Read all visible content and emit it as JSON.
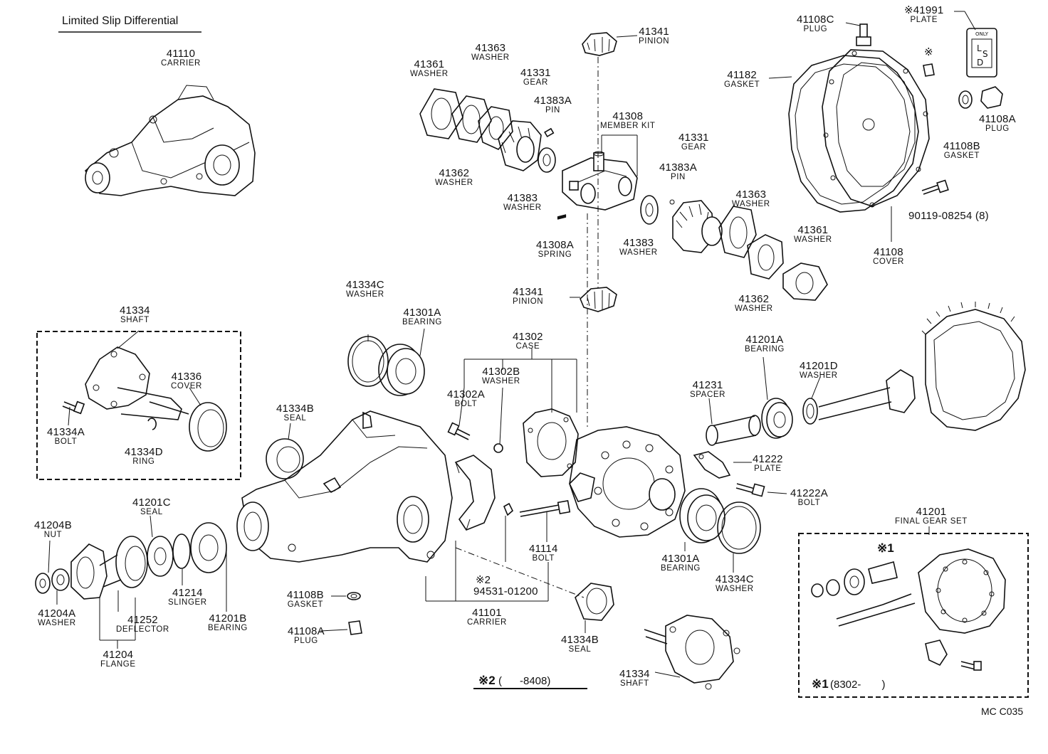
{
  "title": "Limited Slip Differential",
  "diagram_code": "MC C035",
  "notes": {
    "note2_mark": "※2",
    "note2_range": "(      -8408)",
    "note1_mark": "※1",
    "note1_range": "(8302-       )",
    "part_94531_mark": "※2",
    "asterisk_mark": "※"
  },
  "labels": [
    {
      "id": "c41110",
      "num": "41110",
      "name": "CARRIER"
    },
    {
      "id": "w41361a",
      "num": "41361",
      "name": "WASHER"
    },
    {
      "id": "w41363a",
      "num": "41363",
      "name": "WASHER"
    },
    {
      "id": "g41331a",
      "num": "41331",
      "name": "GEAR"
    },
    {
      "id": "p41383aa",
      "num": "41383A",
      "name": "PIN"
    },
    {
      "id": "w41362a",
      "num": "41362",
      "name": "WASHER"
    },
    {
      "id": "w41383a",
      "num": "41383",
      "name": "WASHER"
    },
    {
      "id": "p41341a",
      "num": "41341",
      "name": "PINION"
    },
    {
      "id": "mk41308",
      "num": "41308",
      "name": "MEMBER KIT"
    },
    {
      "id": "s41308a",
      "num": "41308A",
      "name": "SPRING"
    },
    {
      "id": "w41383b",
      "num": "41383",
      "name": "WASHER"
    },
    {
      "id": "g41331b",
      "num": "41331",
      "name": "GEAR"
    },
    {
      "id": "p41383ab",
      "num": "41383A",
      "name": "PIN"
    },
    {
      "id": "w41363b",
      "num": "41363",
      "name": "WASHER"
    },
    {
      "id": "w41361b",
      "num": "41361",
      "name": "WASHER"
    },
    {
      "id": "w41362b",
      "num": "41362",
      "name": "WASHER"
    },
    {
      "id": "p41108c",
      "num": "41108C",
      "name": "PLUG"
    },
    {
      "id": "pl41991",
      "num": "※41991",
      "name": "PLATE"
    },
    {
      "id": "gk41182",
      "num": "41182",
      "name": "GASKET"
    },
    {
      "id": "p41108a_top",
      "num": "41108A",
      "name": "PLUG"
    },
    {
      "id": "gk41108b_top",
      "num": "41108B",
      "name": "GASKET"
    },
    {
      "id": "b90119",
      "num": "90119-08254 (8)",
      "name": ""
    },
    {
      "id": "cv41108",
      "num": "41108",
      "name": "COVER"
    },
    {
      "id": "p41341b",
      "num": "41341",
      "name": "PINION"
    },
    {
      "id": "w41334c_top",
      "num": "41334C",
      "name": "WASHER"
    },
    {
      "id": "b41301a_top",
      "num": "41301A",
      "name": "BEARING"
    },
    {
      "id": "cs41302",
      "num": "41302",
      "name": "CASE"
    },
    {
      "id": "w41302b",
      "num": "41302B",
      "name": "WASHER"
    },
    {
      "id": "b41302a",
      "num": "41302A",
      "name": "BOLT"
    },
    {
      "id": "sh41334_top",
      "num": "41334",
      "name": "SHAFT"
    },
    {
      "id": "cv41336",
      "num": "41336",
      "name": "COVER"
    },
    {
      "id": "b41334a",
      "num": "41334A",
      "name": "BOLT"
    },
    {
      "id": "r41334d",
      "num": "41334D",
      "name": "RING"
    },
    {
      "id": "s41334b_top",
      "num": "41334B",
      "name": "SEAL"
    },
    {
      "id": "b41201a",
      "num": "41201A",
      "name": "BEARING"
    },
    {
      "id": "w41201d",
      "num": "41201D",
      "name": "WASHER"
    },
    {
      "id": "sp41231",
      "num": "41231",
      "name": "SPACER"
    },
    {
      "id": "pl41222",
      "num": "41222",
      "name": "PLATE"
    },
    {
      "id": "b41222a",
      "num": "41222A",
      "name": "BOLT"
    },
    {
      "id": "n41204b",
      "num": "41204B",
      "name": "NUT"
    },
    {
      "id": "s41201c",
      "num": "41201C",
      "name": "SEAL"
    },
    {
      "id": "b41114",
      "num": "41114",
      "name": "BOLT"
    },
    {
      "id": "fg41201",
      "num": "41201",
      "name": "FINAL GEAR SET"
    },
    {
      "id": "b41301a_bot",
      "num": "41301A",
      "name": "BEARING"
    },
    {
      "id": "w41334c_bot",
      "num": "41334C",
      "name": "WASHER"
    },
    {
      "id": "w41204a",
      "num": "41204A",
      "name": "WASHER"
    },
    {
      "id": "d41252",
      "num": "41252",
      "name": "DEFLECTOR"
    },
    {
      "id": "sl41214",
      "num": "41214",
      "name": "SLINGER"
    },
    {
      "id": "b41201b",
      "num": "41201B",
      "name": "BEARING"
    },
    {
      "id": "f41204",
      "num": "41204",
      "name": "FLANGE"
    },
    {
      "id": "gk41108b_bot",
      "num": "41108B",
      "name": "GASKET"
    },
    {
      "id": "p41108a_bot",
      "num": "41108A",
      "name": "PLUG"
    },
    {
      "id": "c41101",
      "num": "41101",
      "name": "CARRIER"
    },
    {
      "id": "s41334b_bot",
      "num": "41334B",
      "name": "SEAL"
    },
    {
      "id": "sh41334_bot",
      "num": "41334",
      "name": "SHAFT"
    },
    {
      "id": "p94531",
      "num": "94531-01200",
      "name": ""
    }
  ]
}
